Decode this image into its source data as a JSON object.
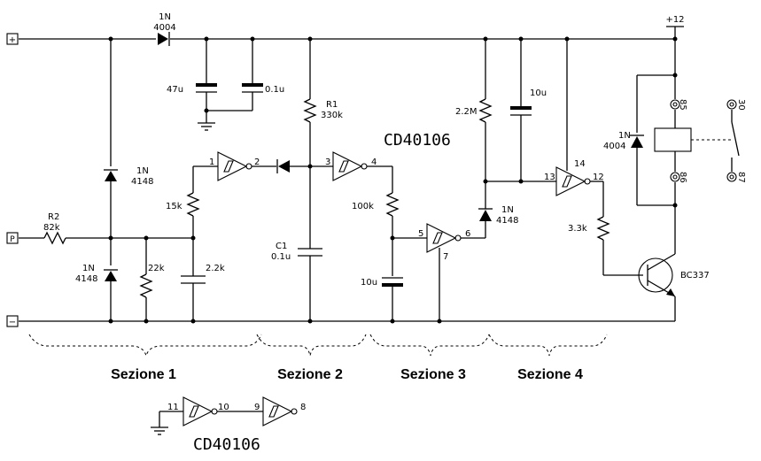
{
  "terminals": {
    "plus": "+",
    "p": "P",
    "minus": "−",
    "supply": "+12"
  },
  "components": {
    "d_in": [
      "1N",
      "4004"
    ],
    "c_47u": "47u",
    "c_01u": "0.1u",
    "r1": [
      "R1",
      "330k"
    ],
    "ic_main": "CD40106",
    "c_10u_top": "10u",
    "r_22M": "2.2M",
    "d_relay": [
      "1N",
      "4004"
    ],
    "relay_85": "85",
    "relay_86": "86",
    "relay_30": "30",
    "relay_87": "87",
    "d_up": [
      "1N",
      "4148"
    ],
    "r_15k": "15k",
    "r2": [
      "R2",
      "82k"
    ],
    "c1": [
      "C1",
      "0.1u"
    ],
    "r_100k": "100k",
    "d_mid": [
      "1N",
      "4148"
    ],
    "r_33k": "3.3k",
    "d_low": [
      "1N",
      "4148"
    ],
    "r_22k": "22k",
    "c_22k": "2.2k",
    "c_10u_low": "10u",
    "transistor": "BC337",
    "ic_bottom": "CD40106"
  },
  "pins": {
    "g1_in": "1",
    "g1_out": "2",
    "g2_in": "3",
    "g2_out": "4",
    "g3_in": "5",
    "g3_out": "6",
    "g3_pwr": "7",
    "g4_in": "13",
    "g4_out": "12",
    "g4_pwr": "14",
    "g5_in": "11",
    "g5_out": "10",
    "g6_in": "9",
    "g6_out": "8"
  },
  "sections": [
    "Sezione 1",
    "Sezione 2",
    "Sezione 3",
    "Sezione 4"
  ]
}
